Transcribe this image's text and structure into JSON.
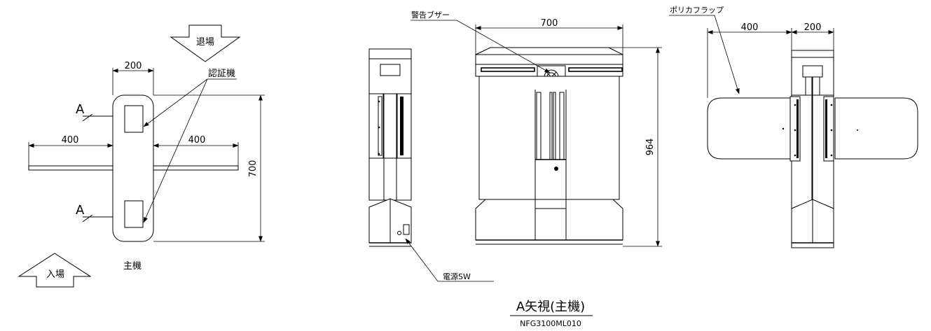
{
  "plan_view": {
    "exit_label": "退場",
    "entry_label": "入場",
    "reader_label": "認証機",
    "section_mark_top": "A",
    "section_mark_bottom": "A",
    "dim_width": "200",
    "dim_arm_left": "400",
    "dim_arm_right": "400",
    "dim_depth": "700",
    "caption": "主機"
  },
  "side_view": {
    "power_switch_label": "電源SW"
  },
  "front_view": {
    "buzzer_label": "警告ブザー",
    "dim_width": "700",
    "dim_height": "964"
  },
  "flap_view": {
    "flap_label": "ポリカフラップ",
    "dim_flap": "400",
    "dim_body": "200"
  },
  "title_block": {
    "title": "A矢視(主機)",
    "drawing_number": "NFG3100ML010"
  }
}
